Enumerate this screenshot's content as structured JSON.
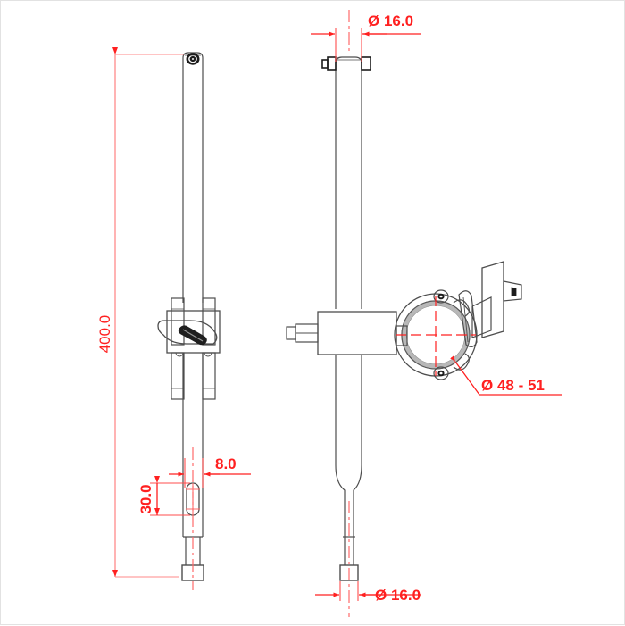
{
  "drawing": {
    "type": "engineering-dimensioned-drawing",
    "subject": "telescopic pole with tube clamp",
    "units": "mm",
    "background_color": "#ffffff",
    "line_color": "#4d4d4d",
    "dimension_color": "#ff2020",
    "views": [
      {
        "name": "side-view",
        "label": ""
      },
      {
        "name": "front-view",
        "label": ""
      }
    ]
  },
  "dimensions": {
    "overall_length": "400.0",
    "top_tube_diameter": "Ø 16.0",
    "bottom_tube_diameter": "Ø 16.0",
    "clamp_range": "Ø 48 - 51",
    "slot_width": "8.0",
    "slot_length": "30.0"
  },
  "labels": {
    "length_400": "400.0",
    "dia_16_top": "Ø 16.0",
    "dia_16_bottom": "Ø 16.0",
    "dia_48_51": "Ø 48 - 51",
    "width_8": "8.0",
    "height_30": "30.0"
  }
}
